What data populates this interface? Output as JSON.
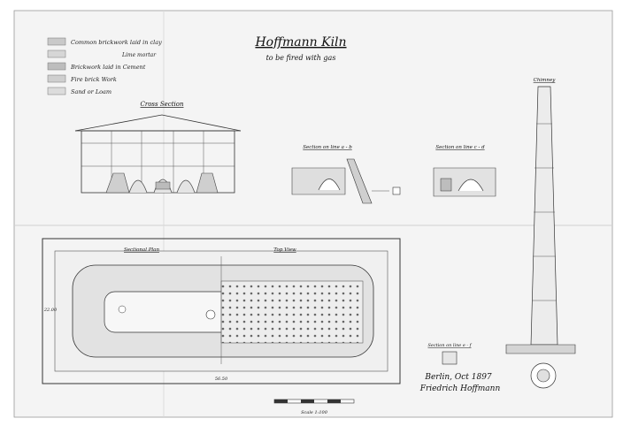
{
  "title": "Hoffmann Kiln",
  "subtitle": "to be fired with gas",
  "legend": [
    {
      "label": "Common brickwork laid in clay",
      "color": "#c9c9c9"
    },
    {
      "label": "Lime mortar",
      "color": "#d6d6d6"
    },
    {
      "label": "Brickwork laid in Cement",
      "color": "#bdbdbd"
    },
    {
      "label": "Fire brick Work",
      "color": "#cfcfcf"
    },
    {
      "label": "Sand or Loam",
      "color": "#dcdcdc"
    }
  ],
  "views": {
    "cross_section": "Cross Section",
    "section_ab": "Section on line a - b",
    "section_cd": "Section on line c - d",
    "chimney": "Chimney",
    "sectional_plan": "Sectional Plan",
    "top_view": "Top View",
    "section_small": "Section on line e - f"
  },
  "dims": {
    "width_total": "56.50",
    "height_side": "22.00"
  },
  "signature": {
    "place_date": "Berlin, Oct 1897",
    "name": "Friedrich Hoffmann"
  },
  "scale_label": "Scale 1:100",
  "colors": {
    "paper": "#ffffff",
    "ink": "#222222",
    "wash": "#e9e9e9"
  }
}
